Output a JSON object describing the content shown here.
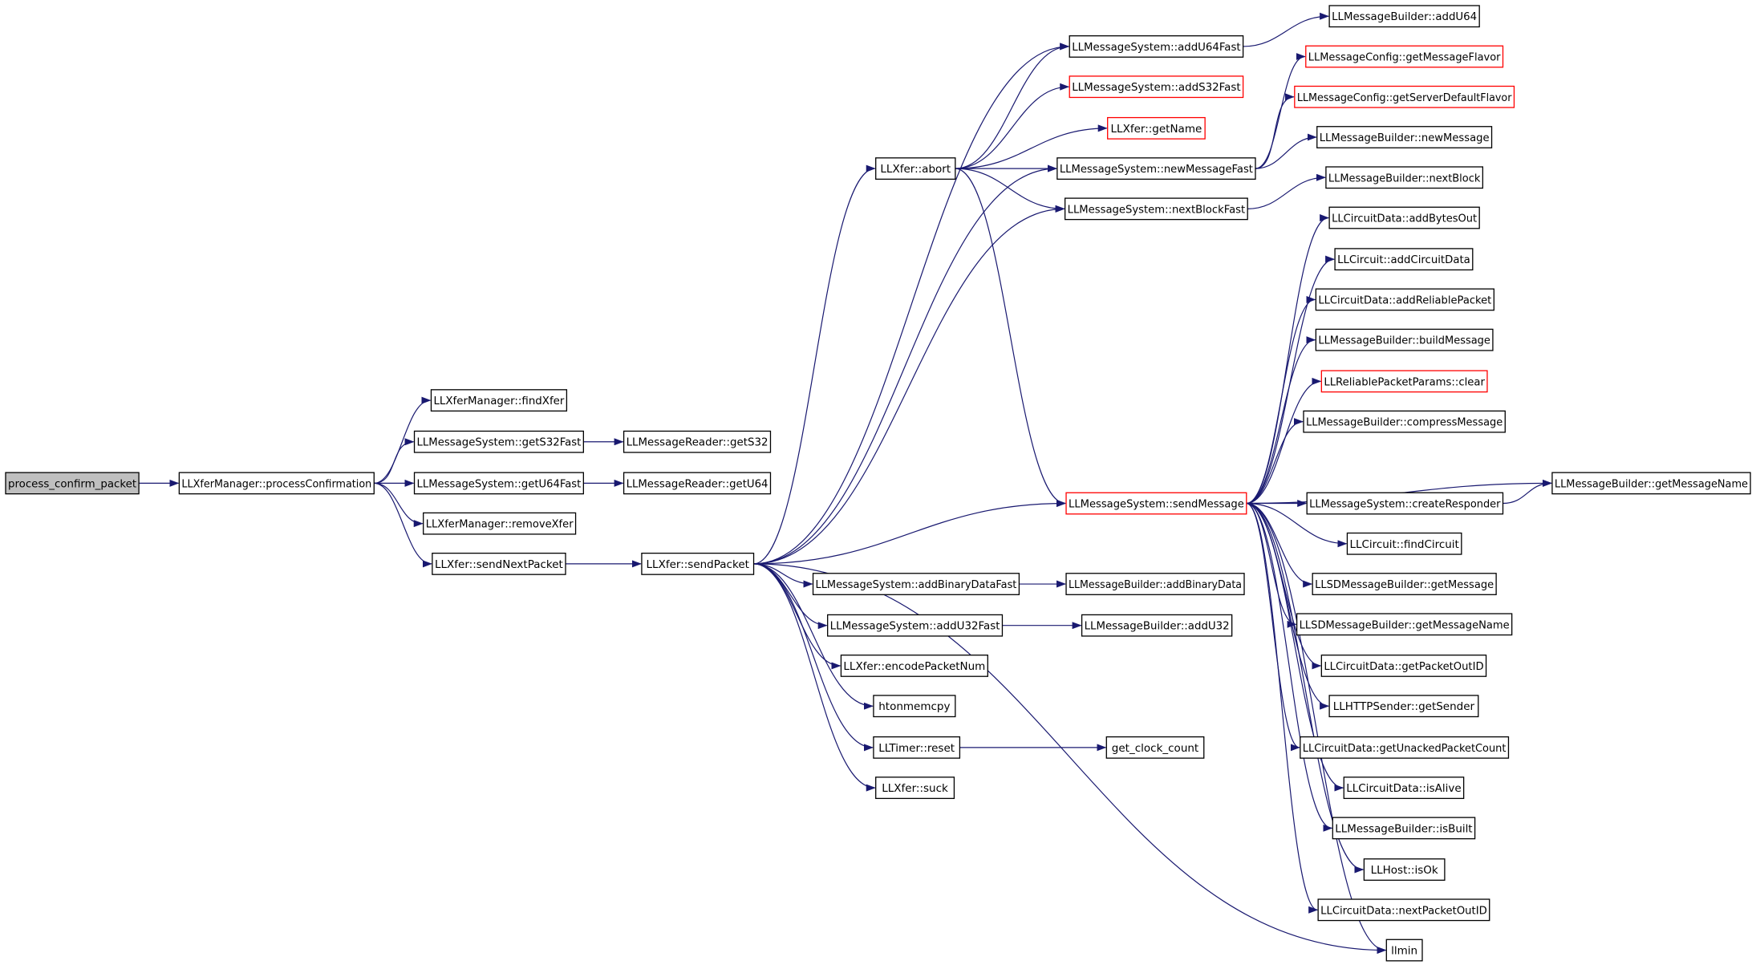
{
  "colors": {
    "edge": "#191970",
    "box_border": "#000000",
    "box_border_truncated": "#ff0000",
    "root_fill": "#bfbfbf",
    "box_fill": "#ffffff"
  },
  "nodes": [
    {
      "id": "n0",
      "label": "process_confirm_packet",
      "root": true
    },
    {
      "id": "n1",
      "label": "LLXferManager::processConfirmation"
    },
    {
      "id": "n2",
      "label": "LLXferManager::findXfer"
    },
    {
      "id": "n3",
      "label": "LLMessageSystem::getS32Fast"
    },
    {
      "id": "n4",
      "label": "LLMessageSystem::getU64Fast"
    },
    {
      "id": "n5",
      "label": "LLXferManager::removeXfer"
    },
    {
      "id": "n6",
      "label": "LLXfer::sendNextPacket"
    },
    {
      "id": "n7",
      "label": "LLMessageReader::getS32"
    },
    {
      "id": "n8",
      "label": "LLMessageReader::getU64"
    },
    {
      "id": "n9",
      "label": "LLXfer::sendPacket"
    },
    {
      "id": "n10",
      "label": "LLXfer::abort"
    },
    {
      "id": "n11",
      "label": "LLMessageSystem::addBinaryDataFast"
    },
    {
      "id": "n12",
      "label": "LLMessageSystem::addU32Fast"
    },
    {
      "id": "n13",
      "label": "LLXfer::encodePacketNum"
    },
    {
      "id": "n14",
      "label": "htonmemcpy"
    },
    {
      "id": "n15",
      "label": "LLTimer::reset"
    },
    {
      "id": "n16",
      "label": "LLXfer::suck"
    },
    {
      "id": "n17",
      "label": "LLMessageSystem::addU64Fast"
    },
    {
      "id": "n18",
      "label": "LLMessageSystem::addS32Fast",
      "truncated": true
    },
    {
      "id": "n19",
      "label": "LLXfer::getName",
      "truncated": true
    },
    {
      "id": "n20",
      "label": "LLMessageSystem::newMessageFast"
    },
    {
      "id": "n21",
      "label": "LLMessageSystem::nextBlockFast"
    },
    {
      "id": "n22",
      "label": "LLMessageSystem::sendMessage",
      "truncated": true
    },
    {
      "id": "n23",
      "label": "LLMessageBuilder::addBinaryData"
    },
    {
      "id": "n24",
      "label": "LLMessageBuilder::addU32"
    },
    {
      "id": "n25",
      "label": "get_clock_count"
    },
    {
      "id": "n26",
      "label": "LLMessageBuilder::addU64"
    },
    {
      "id": "n27",
      "label": "LLMessageConfig::getMessageFlavor",
      "truncated": true
    },
    {
      "id": "n28",
      "label": "LLMessageConfig::getServerDefaultFlavor",
      "truncated": true
    },
    {
      "id": "n29",
      "label": "LLMessageBuilder::newMessage"
    },
    {
      "id": "n30",
      "label": "LLMessageBuilder::nextBlock"
    },
    {
      "id": "n31",
      "label": "LLCircuitData::addBytesOut"
    },
    {
      "id": "n32",
      "label": "LLCircuit::addCircuitData"
    },
    {
      "id": "n33",
      "label": "LLCircuitData::addReliablePacket"
    },
    {
      "id": "n34",
      "label": "LLMessageBuilder::buildMessage"
    },
    {
      "id": "n35",
      "label": "LLReliablePacketParams::clear",
      "truncated": true
    },
    {
      "id": "n36",
      "label": "LLMessageBuilder::compressMessage"
    },
    {
      "id": "n37",
      "label": "LLMessageSystem::createResponder"
    },
    {
      "id": "n38",
      "label": "LLMessageBuilder::getMessageName"
    },
    {
      "id": "n39",
      "label": "LLCircuit::findCircuit"
    },
    {
      "id": "n40",
      "label": "LLSDMessageBuilder::getMessage"
    },
    {
      "id": "n41",
      "label": "LLSDMessageBuilder::getMessageName"
    },
    {
      "id": "n42",
      "label": "LLCircuitData::getPacketOutID"
    },
    {
      "id": "n43",
      "label": "LLHTTPSender::getSender"
    },
    {
      "id": "n44",
      "label": "LLCircuitData::getUnackedPacketCount"
    },
    {
      "id": "n45",
      "label": "LLCircuitData::isAlive"
    },
    {
      "id": "n46",
      "label": "LLMessageBuilder::isBuilt"
    },
    {
      "id": "n47",
      "label": "LLHost::isOk"
    },
    {
      "id": "n48",
      "label": "LLCircuitData::nextPacketOutID"
    },
    {
      "id": "n49",
      "label": "llmin"
    }
  ],
  "edges": [
    [
      "n0",
      "n1"
    ],
    [
      "n1",
      "n2"
    ],
    [
      "n1",
      "n3"
    ],
    [
      "n1",
      "n4"
    ],
    [
      "n1",
      "n5"
    ],
    [
      "n1",
      "n6"
    ],
    [
      "n3",
      "n7"
    ],
    [
      "n4",
      "n8"
    ],
    [
      "n6",
      "n9"
    ],
    [
      "n9",
      "n10"
    ],
    [
      "n9",
      "n17"
    ],
    [
      "n9",
      "n20"
    ],
    [
      "n9",
      "n21"
    ],
    [
      "n9",
      "n22"
    ],
    [
      "n9",
      "n11"
    ],
    [
      "n9",
      "n12"
    ],
    [
      "n9",
      "n13"
    ],
    [
      "n9",
      "n14"
    ],
    [
      "n9",
      "n15"
    ],
    [
      "n9",
      "n16"
    ],
    [
      "n9",
      "n49"
    ],
    [
      "n11",
      "n23"
    ],
    [
      "n12",
      "n24"
    ],
    [
      "n15",
      "n25"
    ],
    [
      "n10",
      "n17"
    ],
    [
      "n10",
      "n18"
    ],
    [
      "n10",
      "n19"
    ],
    [
      "n10",
      "n20"
    ],
    [
      "n10",
      "n21"
    ],
    [
      "n10",
      "n22"
    ],
    [
      "n17",
      "n26"
    ],
    [
      "n20",
      "n27"
    ],
    [
      "n20",
      "n28"
    ],
    [
      "n20",
      "n29"
    ],
    [
      "n21",
      "n30"
    ],
    [
      "n22",
      "n31"
    ],
    [
      "n22",
      "n32"
    ],
    [
      "n22",
      "n33"
    ],
    [
      "n22",
      "n34"
    ],
    [
      "n22",
      "n35"
    ],
    [
      "n22",
      "n36"
    ],
    [
      "n22",
      "n37"
    ],
    [
      "n22",
      "n38"
    ],
    [
      "n22",
      "n39"
    ],
    [
      "n22",
      "n40"
    ],
    [
      "n22",
      "n41"
    ],
    [
      "n22",
      "n42"
    ],
    [
      "n22",
      "n43"
    ],
    [
      "n22",
      "n44"
    ],
    [
      "n22",
      "n45"
    ],
    [
      "n22",
      "n46"
    ],
    [
      "n22",
      "n47"
    ],
    [
      "n22",
      "n48"
    ],
    [
      "n22",
      "n49"
    ],
    [
      "n37",
      "n38"
    ]
  ]
}
